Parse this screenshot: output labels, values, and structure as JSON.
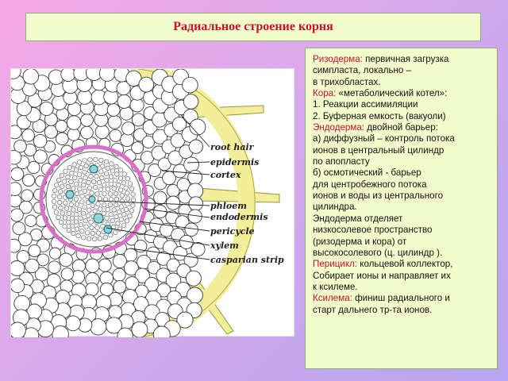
{
  "title": "Радиальное строение корня",
  "diagram": {
    "labels": {
      "root_hair": "root hair",
      "epidermis": "epidermis",
      "cortex": "cortex",
      "phloem": "phloem",
      "endodermis": "endodermis",
      "pericycle": "pericycle",
      "xylem": "xylem",
      "casparian_strip": "casparian strip"
    },
    "colors": {
      "epidermis": "#f2ee9a",
      "endodermis_ring": "#d86fc8",
      "vessels": "#8ad7e0",
      "cell_outline": "#3a3a3a"
    }
  },
  "text": {
    "rhizoderm_title": "Ризодерма:",
    "rhizoderm_body_1": " первичная загрузка",
    "rhizoderm_body_2": "симпласта, локально –",
    "rhizoderm_body_3": "в трихобластах.",
    "cortex_title": "Кора:",
    "cortex_body": " «метаболический котел»:",
    "cortex_item1": "1. Реакции ассимиляции",
    "cortex_item2": "2. Буферная емкость (вакуоли)",
    "endo_title": "Эндодерма:",
    "endo_body": " двойной барьер:",
    "endo_a1": "а) диффузный – контроль потока",
    "endo_a2": "ионов в центральный цилиндр",
    "endo_a3": "по апопласту",
    "endo_b1": "б) осмотический - барьер",
    "endo_b2": "для центробежного потока",
    "endo_b3": "ионов и воды из центрального",
    "endo_b4": "цилиндра.",
    "endo_c1": "Эндодерма отделяет",
    "endo_c2": "низкосолевое пространство",
    "endo_c3": "(ризодерма и кора) от",
    "endo_c4": "высокосолевого (ц. цилиндр ).",
    "peri_title": "Перицикл:",
    "peri_body": " кольцевой коллектор,",
    "peri_2": "Собирает ионы и направляет их",
    "peri_3": "к ксилеме.",
    "xylem_title": "Ксилема:",
    "xylem_body": " финиш радиального и",
    "xylem_2": "старт дальнего тр-та ионов."
  }
}
